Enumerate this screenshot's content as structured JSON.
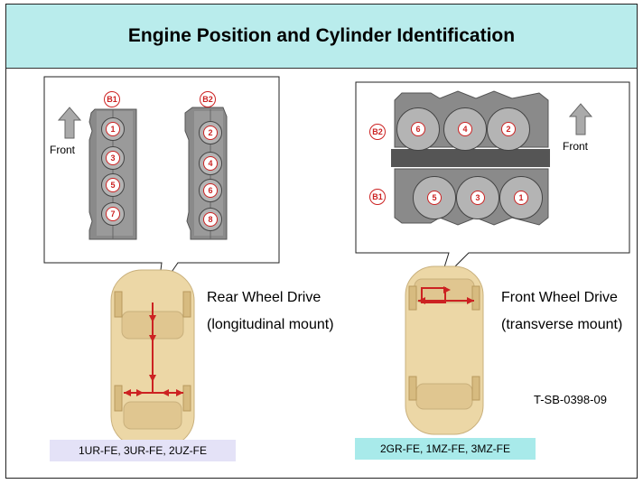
{
  "title": "Engine Position and Cylinder Identification",
  "left": {
    "bank1": "B1",
    "bank2": "B2",
    "front_label": "Front",
    "bank1_cylinders": [
      "1",
      "3",
      "5",
      "7"
    ],
    "bank2_cylinders": [
      "2",
      "4",
      "6",
      "8"
    ],
    "drive_label": "Rear Wheel Drive",
    "mount_label": "(longitudinal mount)",
    "models": "1UR-FE, 3UR-FE, 2UZ-FE"
  },
  "right": {
    "bank2": "B2",
    "bank1": "B1",
    "front_label": "Front",
    "bank2_cylinders": [
      "6",
      "4",
      "2"
    ],
    "bank1_cylinders": [
      "5",
      "3",
      "1"
    ],
    "drive_label": "Front Wheel Drive",
    "mount_label": "(transverse mount)",
    "models": "2GR-FE, 1MZ-FE, 3MZ-FE"
  },
  "code": "T-SB-0398-09",
  "colors": {
    "title_bg": "#b9ecec",
    "accent_red": "#cc2222",
    "left_tag_bg": "#e4e2f7",
    "right_tag_bg": "#a8eaea",
    "car_body": "#ecd7a6"
  }
}
